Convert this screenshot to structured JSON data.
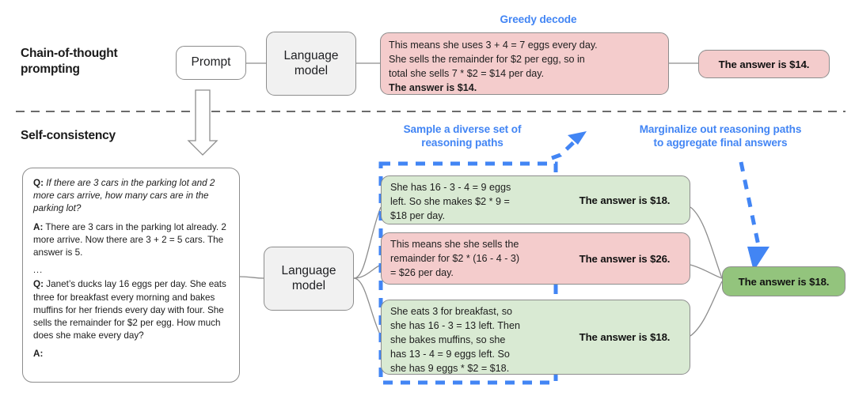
{
  "sections": {
    "cot": {
      "title": "Chain-of-thought\nprompting"
    },
    "sc": {
      "title": "Self-consistency"
    }
  },
  "colors": {
    "blue_accent": "#4285f4",
    "pink_fill": "#f4cccc",
    "green_fill": "#d9ead3",
    "green_dark_fill": "#93c47d",
    "box_stroke": "#8d8d8d",
    "gray_fill": "#f1f1f1"
  },
  "top_row": {
    "prompt_label": "Prompt",
    "model_label": "Language\nmodel",
    "model_label_line1": "Language",
    "model_label_line2": "model",
    "greedy_heading": "Greedy decode",
    "greedy_output_line1": "This means she uses 3 + 4 = 7 eggs every day.",
    "greedy_output_line2": "She sells the remainder for $2 per egg, so in",
    "greedy_output_line3": "total she sells 7 * $2 = $14 per day.",
    "greedy_output_bold": "The answer is $14.",
    "final_answer": "The answer is $14."
  },
  "bottom_row": {
    "model_label_line1": "Language",
    "model_label_line2": "model",
    "sample_heading_line1": "Sample a diverse set of",
    "sample_heading_line2": "reasoning paths",
    "marginalize_heading_line1": "Marginalize out reasoning paths",
    "marginalize_heading_line2": "to aggregate final answers",
    "aggregated_answer": "The answer is $18.",
    "prompt_panel": {
      "q1_prefix": "Q:",
      "q1_text": " If there are 3 cars in the parking lot and 2 more cars arrive, how many cars are in the parking lot?",
      "a1_prefix": "A:",
      "a1_text": " There are 3 cars in the parking lot already. 2 more arrive. Now there are 3 + 2 = 5 cars. The answer is 5.",
      "ellipsis": "...",
      "q2_prefix": "Q:",
      "q2_text": " Janet’s ducks lay 16 eggs per day. She eats three for breakfast every morning and bakes muffins for her friends every day with four. She sells the remainder for $2 per egg. How much does she make every day?",
      "a2_prefix": "A:"
    },
    "paths": [
      {
        "color": "green",
        "reasoning_line1": "She has 16 - 3 - 4 = 9 eggs",
        "reasoning_line2": "left. So she makes $2 * 9 =",
        "reasoning_line3": "$18 per day.",
        "answer": "The answer is $18."
      },
      {
        "color": "pink",
        "reasoning_line1": "This means she she sells the",
        "reasoning_line2": "remainder for $2 * (16 - 4 - 3)",
        "reasoning_line3": "= $26 per day.",
        "answer": "The answer is $26."
      },
      {
        "color": "green",
        "reasoning_line1": "She eats 3 for breakfast, so",
        "reasoning_line2": "she has 16 - 3 = 13 left. Then",
        "reasoning_line3": "she bakes muffins, so she",
        "reasoning_line4": "has 13 - 4 = 9 eggs left. So",
        "reasoning_line5": "she has 9 eggs * $2 = $18.",
        "answer": "The answer is $18."
      }
    ]
  }
}
